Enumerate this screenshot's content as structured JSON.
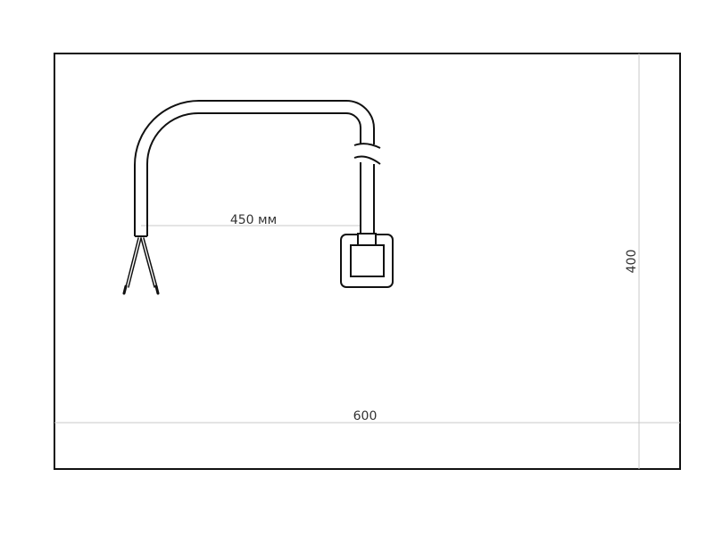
{
  "panel": {
    "width_label": "600",
    "height_label": "400"
  },
  "cable": {
    "length_label": "450 мм"
  },
  "colors": {
    "stroke": "#111111",
    "dimension_line": "#c8c8c8",
    "text": "#333333",
    "background": "#ffffff"
  }
}
